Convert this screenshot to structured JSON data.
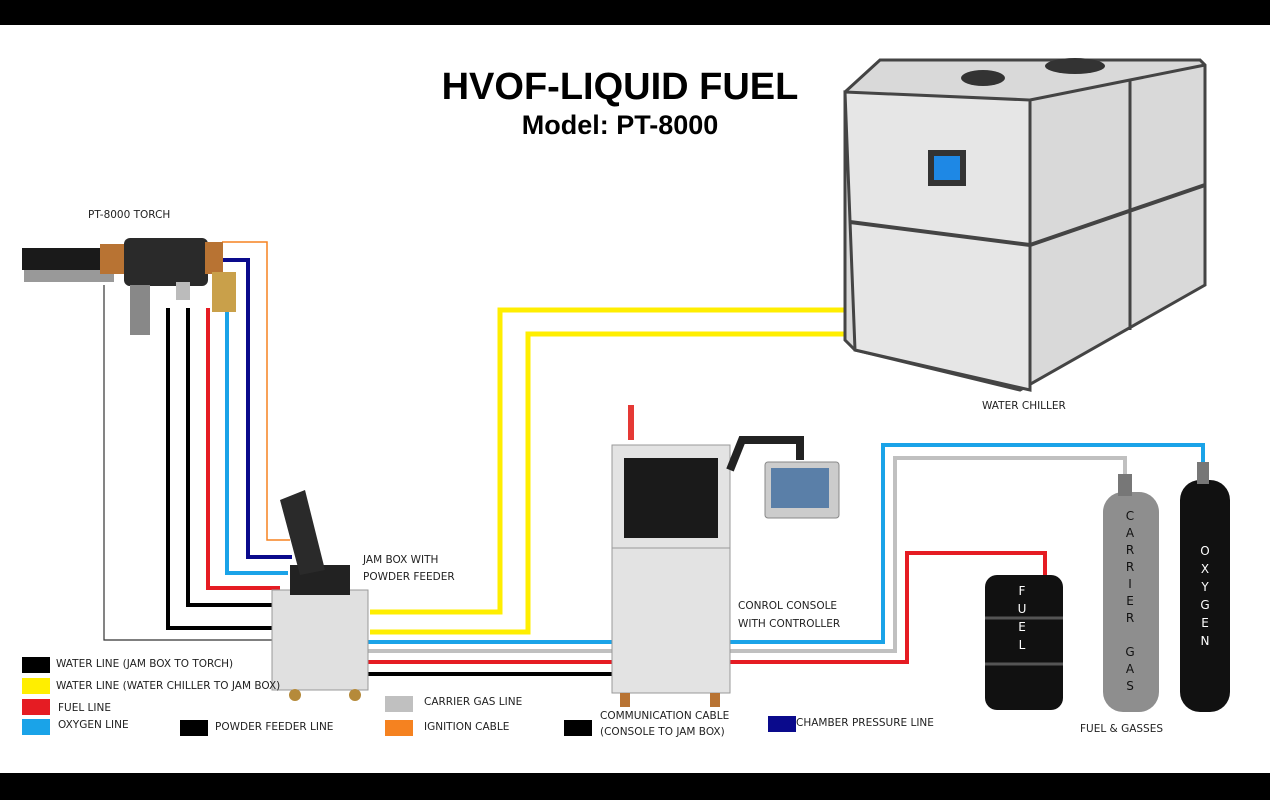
{
  "title": "HVOF-LIQUID FUEL",
  "subtitle": "Model: PT-8000",
  "components": {
    "torch": "PT-8000 TORCH",
    "chiller": "WATER CHILLER",
    "jam_box_1": "JAM BOX WITH",
    "jam_box_2": "POWDER FEEDER",
    "console_1": "CONROL CONSOLE",
    "console_2": "WITH CONTROLLER",
    "gasses": "FUEL & GASSES",
    "drum_text": "FUEL",
    "carrier_text": "CARRIER GAS",
    "oxygen_text": "OXYGEN"
  },
  "legend": [
    {
      "label": "WATER LINE (JAM BOX TO TORCH)",
      "color": "#000000"
    },
    {
      "label": "WATER LINE (WATER CHILLER TO JAM BOX)",
      "color": "#ffee00"
    },
    {
      "label": "FUEL LINE",
      "color": "#e51c23"
    },
    {
      "label": "OXYGEN LINE",
      "color": "#1aa3e8"
    },
    {
      "label": "POWDER FEEDER LINE",
      "color": "#000000"
    },
    {
      "label": "CARRIER GAS LINE",
      "color": "#c0c0c0"
    },
    {
      "label": "IGNITION CABLE",
      "color": "#f58220"
    },
    {
      "label": "COMMUNICATION CABLE",
      "label2": "(CONSOLE TO JAM BOX)",
      "color": "#000000"
    },
    {
      "label": "CHAMBER PRESSURE LINE",
      "color": "#0a0a8c"
    }
  ]
}
